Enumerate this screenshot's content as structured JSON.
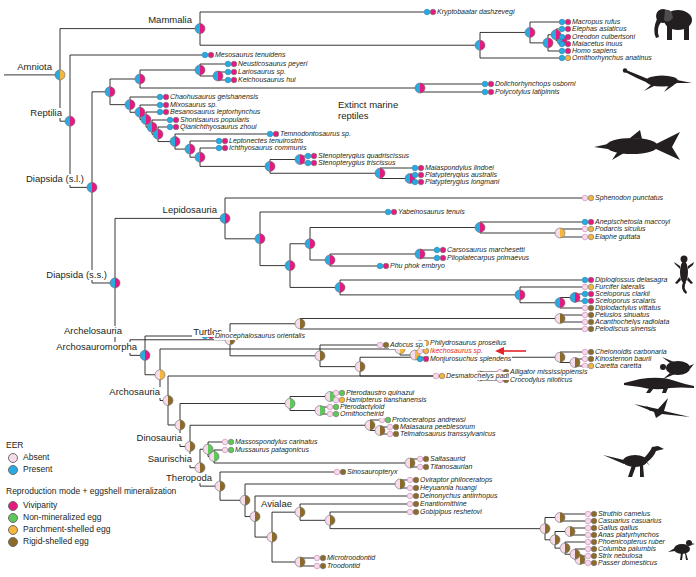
{
  "diagram": {
    "labels": [
      "Amniota",
      "Mammalia",
      "Reptilia",
      "Diapsida (s.l.)",
      "Diapsida (s.s.)",
      "Lepidosauria",
      "Turtles",
      "Archelosauria",
      "Archosauromorpha",
      "Archosauria",
      "Dinosauria",
      "Saurischia",
      "Theropoda",
      "Avialae",
      "Extinct marine reptiles",
      "Kryptobaatar dashzevegi",
      "Macropus rufus",
      "Elephas asiaticus",
      "Oreodon culbertsoni",
      "Maiacetus inuus",
      "Homo sapiens",
      "Ornithorhynchus anatinus",
      "Mesosaurus tenuidens",
      "Neusticosaurus peyeri",
      "Lariosaurus sp.",
      "Keichousaurus hui",
      "Dolichorhynchops osborni",
      "Polycotylus latipinnis",
      "Chaohusaurus geishanensis",
      "Mixosaurus sp.",
      "Besanosaurus leptorhynchus",
      "Shonisaurus popularis",
      "Qianichthyosaurus zhoui",
      "Temnodontosaurus sp.",
      "Leptonectes tenuirostris",
      "Ichthyosaurus communis",
      "Stenopterygius quadriscissus",
      "Stenopterygius triscissus",
      "Maiaspondylus lindoei",
      "Platypterygius australis",
      "Platypterygius longmani",
      "Sphenodon punctatus",
      "Yabeinosaurus tenuis",
      "Anepischetosia maccoyi",
      "Podarcis siculus",
      "Elaphe guttata",
      "Carsosaurus marchesetti",
      "Plioplatecarpus primaevus",
      "Phu phok embryo",
      "Diploglossus delasagra",
      "Furcifer lateralis",
      "Sceloporus clarkii",
      "Sceloporus scalaris",
      "Diplodactylus vittatus",
      "Pelusios sinuatus",
      "Acanthochelys radiolata",
      "Pelodiscus sinensis",
      "Adocus sp.",
      "Chelonoidis carbonaria",
      "Kinosternon baurii",
      "Caretta caretta",
      "Desmatochelys padillai",
      "Dinocephalosaurus orientalis",
      "Philydrosaurus proseilus",
      "Ikechosaurus sp.",
      "Monjurosuchus splendens",
      "Alligator mississippiensis",
      "Crocodylus niloticus",
      "Pterodaustro guinazui",
      "Hamipterus tianshanensis",
      "Pterodactyloid",
      "Ornithocheirid",
      "Protoceratops andrewsi",
      "Maiasaura peeblesorum",
      "Telmatosaurus transsylvanicus",
      "Massospondylus carinatus",
      "Mussaurus patagonicus",
      "Saltasaurid",
      "Titanosaurian",
      "Sinosauropteryx",
      "Oviraptor philoceratops",
      "Heyuannia huangi",
      "Deinonychus antirrhopus",
      "Enantiornithine",
      "Gobipipus reshetovi",
      "Struthio camelus",
      "Casuarius casuarius",
      "Gallus gallus",
      "Anas platyrhynchos",
      "Phoenicopterus ruber",
      "Columba palumbis",
      "Strix nebulosa",
      "Passer domesticus",
      "Microtroodontid",
      "Troodontid",
      "EER",
      "Reproduction mode + eggshell mineralization"
    ],
    "legend": [
      {
        "text": "Absent",
        "color": "#f6dbea"
      },
      {
        "text": "Present",
        "color": "#29abe2"
      },
      {
        "text": "Viviparity",
        "color": "#e5197e"
      },
      {
        "text": "Non-mineralized egg",
        "color": "#5ec85a"
      },
      {
        "text": "Parchment-shelled egg",
        "color": "#f4b63f"
      },
      {
        "text": "Rigid-shelled egg",
        "color": "#8c6a2a"
      }
    ]
  }
}
